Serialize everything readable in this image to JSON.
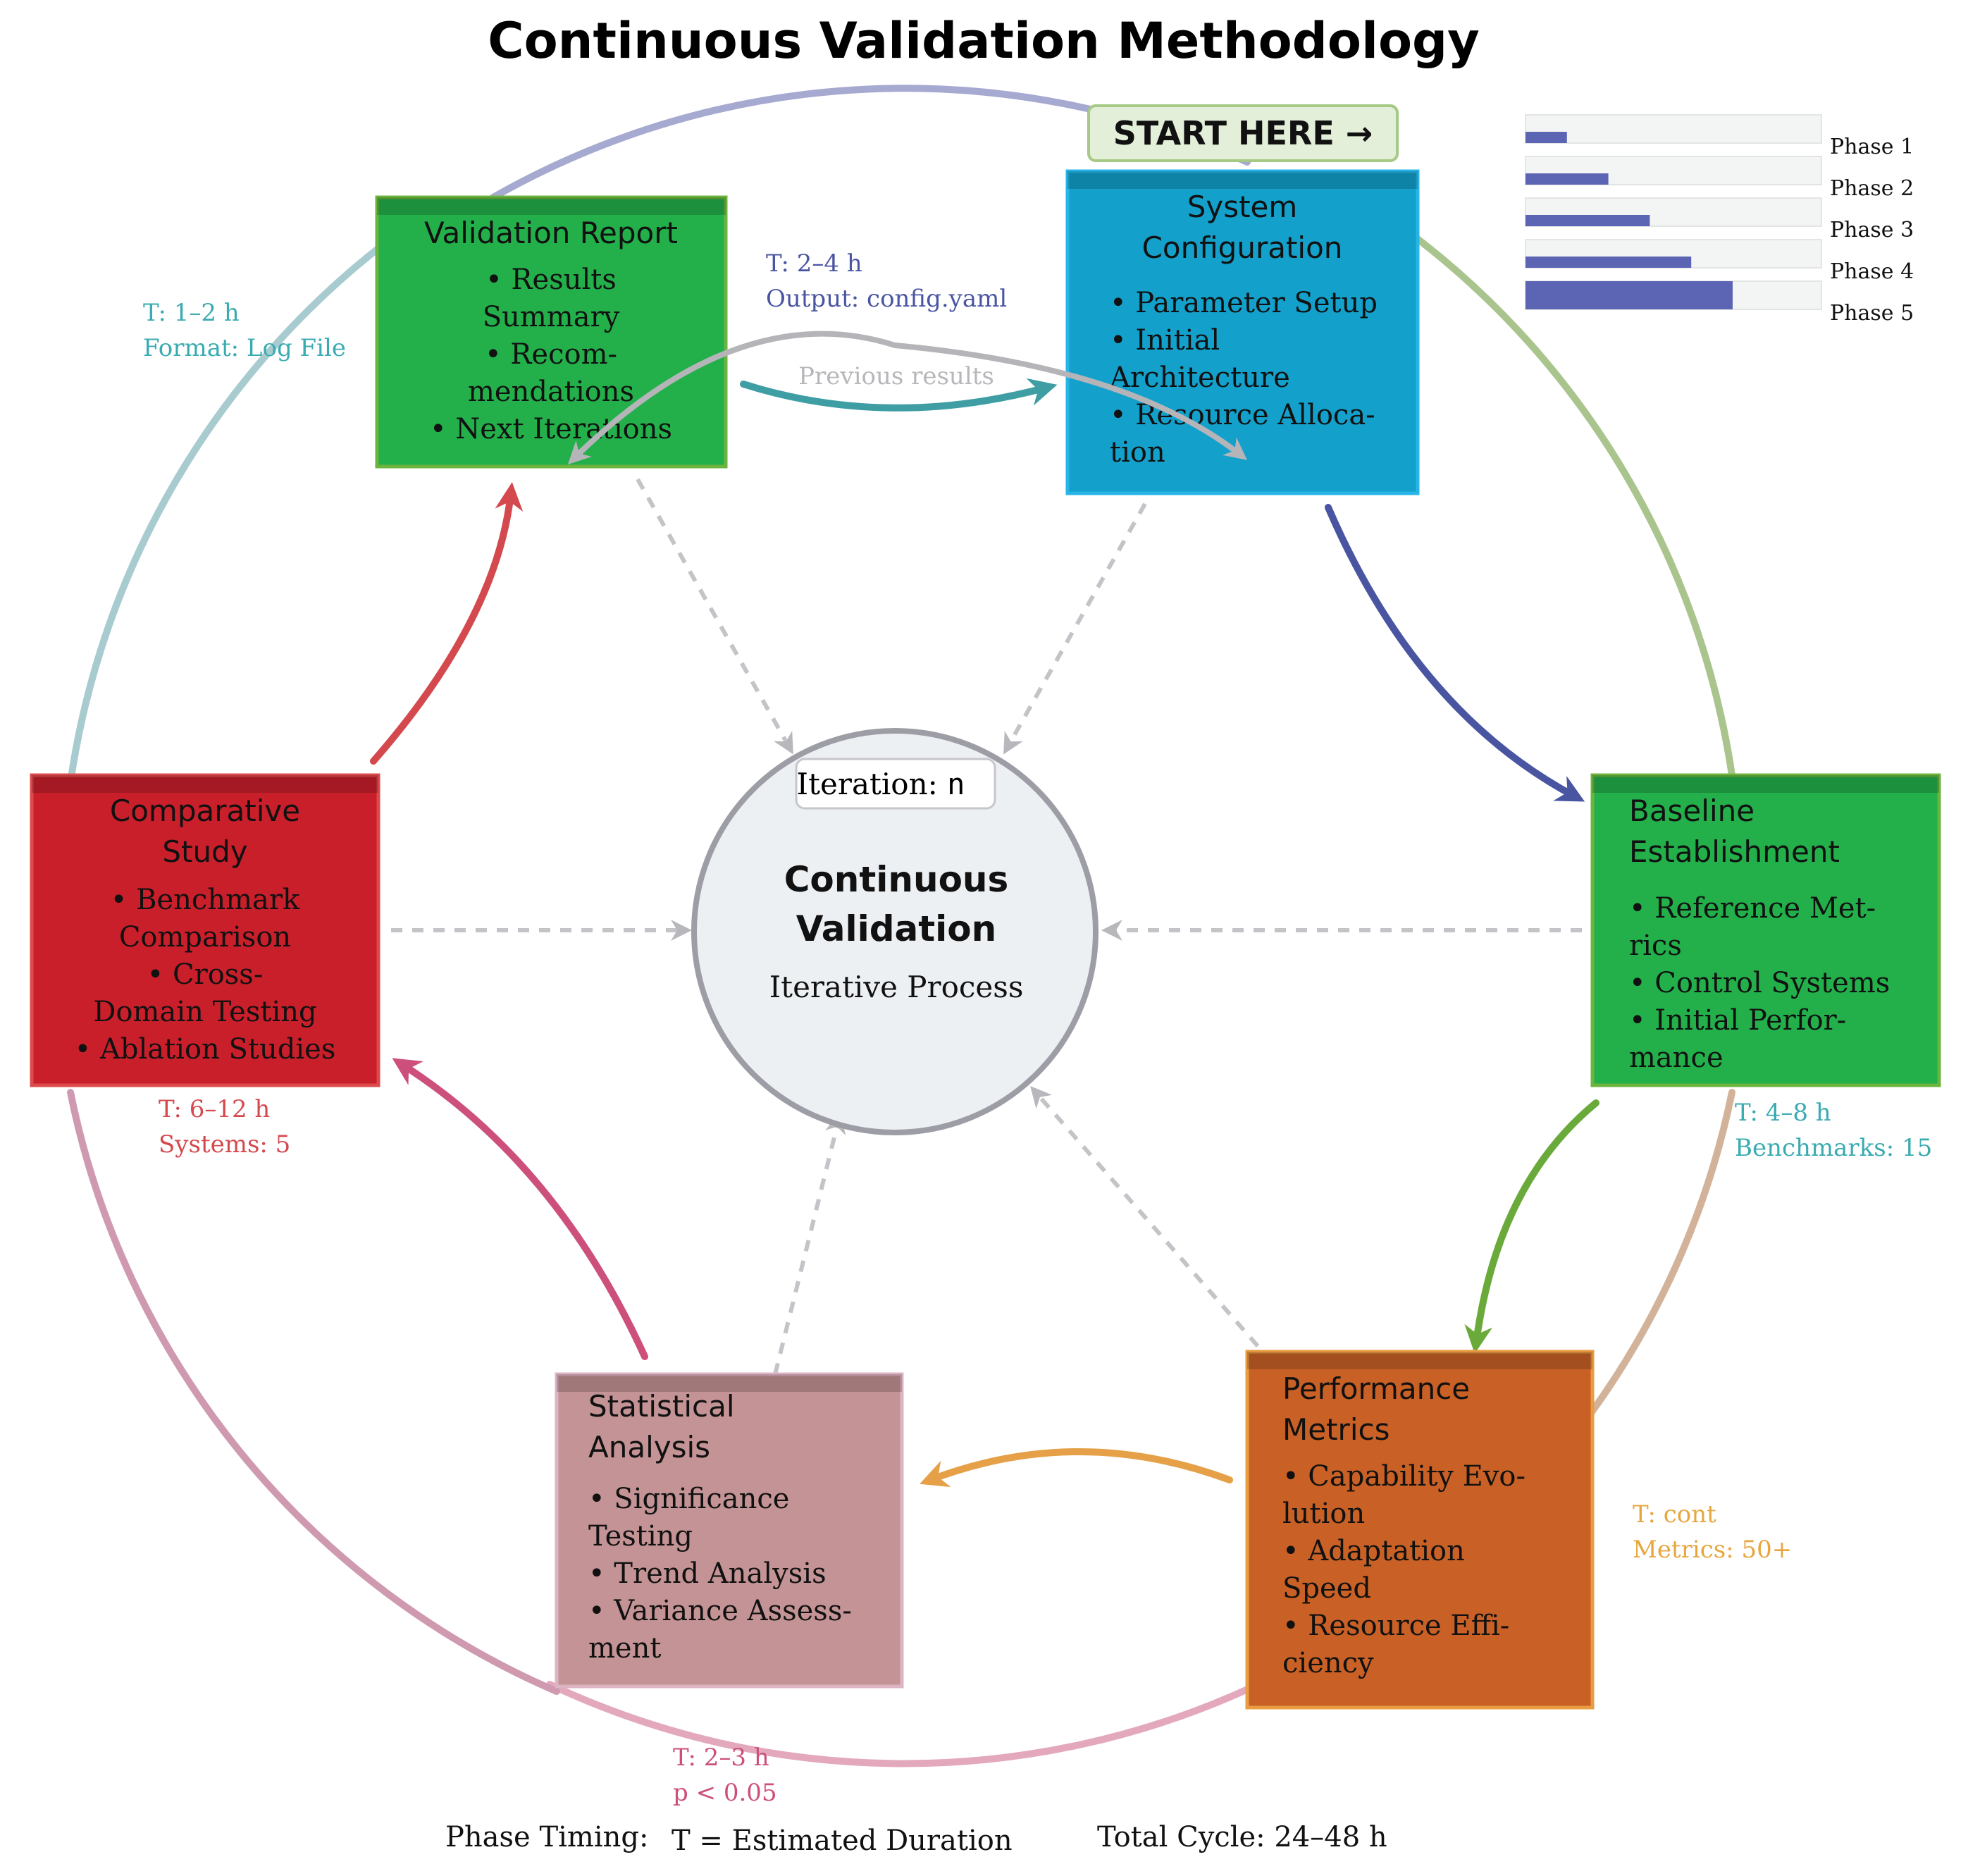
{
  "title": "Continuous Validation Methodology",
  "start_label": "START HERE →",
  "center": {
    "iteration_label": "Iteration: ",
    "iteration_value": "n",
    "title_line1": "Continuous",
    "title_line2": "Validation",
    "subtitle": "Iterative Process"
  },
  "feedback_label": "Previous results",
  "phases": {
    "config": {
      "title_lines": [
        "System",
        "Configuration"
      ],
      "bullets": [
        [
          "• Parameter Setup"
        ],
        [
          "• Initial",
          "Architecture"
        ],
        [
          "• Resource Alloca-",
          "tion"
        ]
      ],
      "meta": [
        "T: 2–4 h",
        "Output: config.yaml"
      ],
      "color": "#13a0cb"
    },
    "baseline": {
      "title_lines": [
        "Baseline",
        "Establishment"
      ],
      "bullets": [
        [
          "• Reference Met-",
          "rics"
        ],
        [
          "• Control Systems"
        ],
        [
          "• Initial Perfor-",
          "mance"
        ]
      ],
      "meta": [
        "T: 4–8 h",
        "Benchmarks: 15"
      ],
      "color": "#23b04a"
    },
    "metrics": {
      "title_lines": [
        "Performance",
        "Metrics"
      ],
      "bullets": [
        [
          "• Capability Evo-",
          "lution"
        ],
        [
          "• Adaptation",
          "Speed"
        ],
        [
          "• Resource Effi-",
          "ciency"
        ]
      ],
      "meta": [
        "T: cont",
        "Metrics: 50+"
      ],
      "color": "#c96126"
    },
    "stats": {
      "title_lines": [
        "Statistical",
        "Analysis"
      ],
      "bullets": [
        [
          "• Significance",
          "Testing"
        ],
        [
          "• Trend Analysis"
        ],
        [
          "• Variance Assess-",
          "ment"
        ]
      ],
      "meta": [
        "T: 2–3 h",
        "p < 0.05"
      ],
      "color": "#c49395"
    },
    "comparative": {
      "title_lines": [
        "Comparative",
        "Study"
      ],
      "bullets": [
        [
          "• Benchmark",
          "Comparison"
        ],
        [
          "• Cross-",
          "Domain Testing"
        ],
        [
          "• Ablation Studies"
        ]
      ],
      "meta": [
        "T: 6–12 h",
        "Systems: 5"
      ],
      "color": "#c81f2b"
    },
    "report": {
      "title_lines": [
        "Validation Report"
      ],
      "bullets": [
        [
          "• Results",
          "Summary"
        ],
        [
          "• Recom-",
          "mendations"
        ],
        [
          "• Next Iterations"
        ]
      ],
      "meta": [
        "T: 1–2 h",
        "Format: Log File"
      ],
      "color": "#23b04a"
    }
  },
  "progress": {
    "labels": [
      "Phase 1",
      "Phase 2",
      "Phase 3",
      "Phase 4",
      "Phase 5"
    ],
    "fractions": [
      0.14,
      0.28,
      0.42,
      0.56,
      0.7
    ],
    "bar_color": "#5c64b4",
    "track_color": "#f3f4f4"
  },
  "footer": {
    "timing_label": "Phase Timing:",
    "timing_value": "T = Estimated Duration",
    "total": "Total Cycle: 24–48 h"
  }
}
